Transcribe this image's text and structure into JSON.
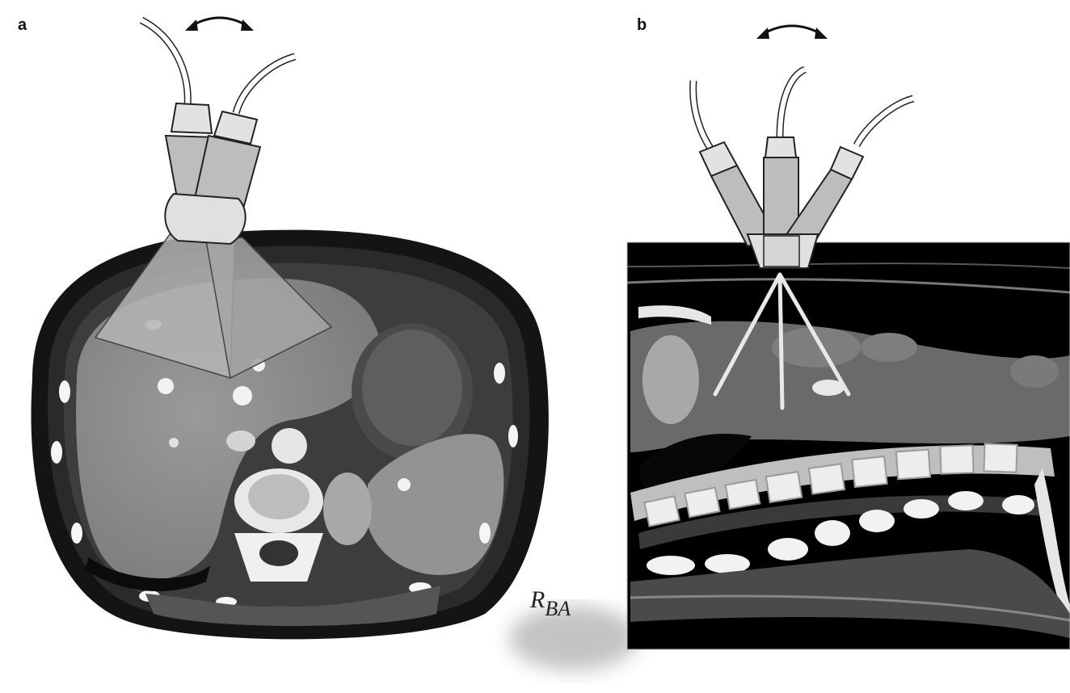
{
  "panels": [
    {
      "label": "a"
    },
    {
      "label": "b"
    }
  ],
  "watermark": {
    "r": "R",
    "b": "B",
    "a": "A"
  },
  "colors": {
    "background": "#ffffff",
    "ct_dark": "#151515",
    "tissue_gray": "#8c8c8c",
    "probe_gray": "#bdbdbd",
    "probe_light": "#e2e2e2",
    "beam_gray": "#b4b4b4"
  },
  "icons": [
    "curved-double-arrow",
    "ultrasound-probe",
    "ct-axial-slice",
    "ct-sagittal-slice",
    "ultrasound-beam"
  ]
}
